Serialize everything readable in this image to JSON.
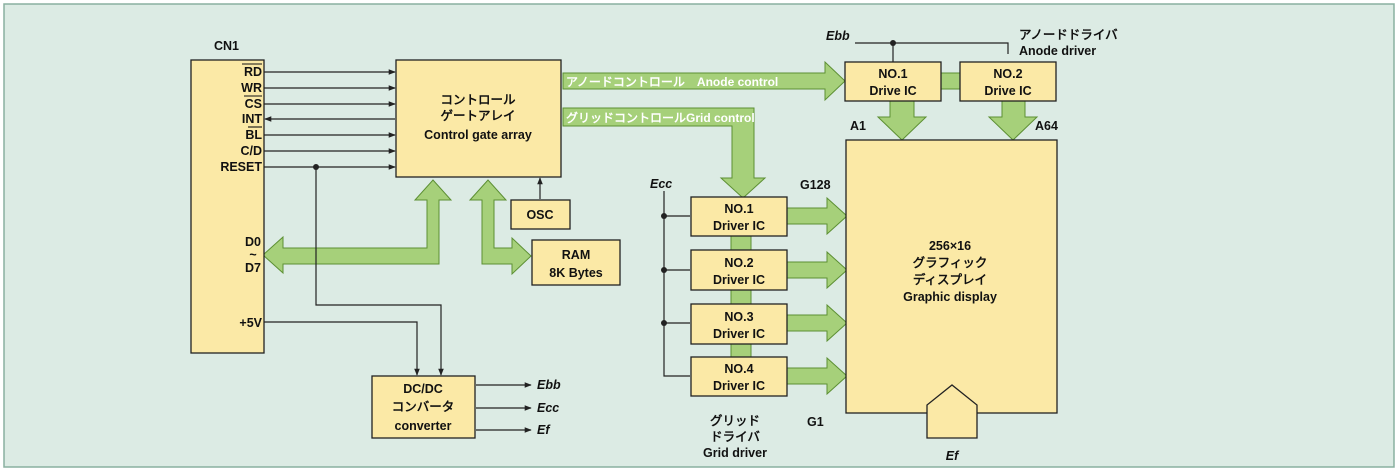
{
  "connector": {
    "name": "CN1",
    "pins": [
      "RD",
      "WR",
      "CS",
      "INT",
      "BL",
      "C/D",
      "RESET"
    ],
    "data_top": "D0",
    "data_mid": "~",
    "data_bottom": "D7",
    "power": "+5V"
  },
  "gate_array": {
    "line1": "コントロール",
    "line2": "ゲートアレイ",
    "line3": "Control gate array"
  },
  "osc": "OSC",
  "ram": {
    "line1": "RAM",
    "line2": "8K Bytes"
  },
  "dcdc": {
    "line1": "DC/DC",
    "line2": "コンバータ",
    "line3": "converter",
    "outputs": [
      "Ebb",
      "Ecc",
      "Ef"
    ]
  },
  "anode": {
    "control_label": "アノードコントロール　Anode control",
    "supply": "Ebb",
    "driver_jp": "アノードドライバ",
    "driver_en": "Anode driver",
    "ics": [
      {
        "no": "NO.1",
        "name": "Drive IC"
      },
      {
        "no": "NO.2",
        "name": "Drive IC"
      }
    ],
    "out_left": "A1",
    "out_right": "A64"
  },
  "grid": {
    "control_label": "グリッドコントロールGrid control",
    "supply": "Ecc",
    "top_out": "G128",
    "bottom_out": "G1",
    "ics": [
      {
        "no": "NO.1",
        "name": "Driver IC"
      },
      {
        "no": "NO.2",
        "name": "Driver IC"
      },
      {
        "no": "NO.3",
        "name": "Driver IC"
      },
      {
        "no": "NO.4",
        "name": "Driver IC"
      }
    ],
    "caption_jp1": "グリッド",
    "caption_jp2": "ドライバ",
    "caption_en": "Grid driver"
  },
  "display": {
    "line1": "256×16",
    "line2": "グラフィック",
    "line3": "ディスプレイ",
    "line4": "Graphic display",
    "filament": "Ef"
  },
  "colors": {
    "background": "#dcebe4",
    "box": "#fbe9a6",
    "bus": "#a6d07a",
    "frame": "#8ab0a0"
  }
}
